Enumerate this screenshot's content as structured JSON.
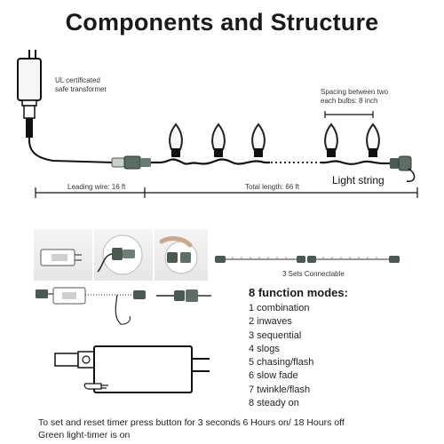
{
  "title": "Components and Structure",
  "labels": {
    "transformer": [
      "UL certificated",
      "safe transformer"
    ],
    "spacing": [
      "Spacing between two",
      "each bulbs: 8 inch"
    ],
    "leading_wire": "Leading wire: 16 ft",
    "total_length": "Total length: 66 ft",
    "light_string": "Light string",
    "connectable": "3 Sets Connectable"
  },
  "modes": {
    "title": "8 function modes:",
    "items": [
      "1 combination",
      "2 inwaves",
      "3 sequential",
      "4 slogs",
      "5 chasing/flash",
      "6 slow fade",
      "7 twinkle/flash",
      "8 steady on"
    ]
  },
  "timer_note": [
    "To set and reset timer press button for 3 seconds 6 Hours on/ 18 Hours off",
    "Green light-timer is on"
  ],
  "colors": {
    "wire": "#111111",
    "connector": "#4a5a52",
    "bulb_fill": "#fafafa",
    "bulb_stroke": "#222222"
  },
  "icons": [
    "transformer-plug-icon",
    "bulb-icon",
    "connector-icon",
    "pointing-hand-icon"
  ]
}
